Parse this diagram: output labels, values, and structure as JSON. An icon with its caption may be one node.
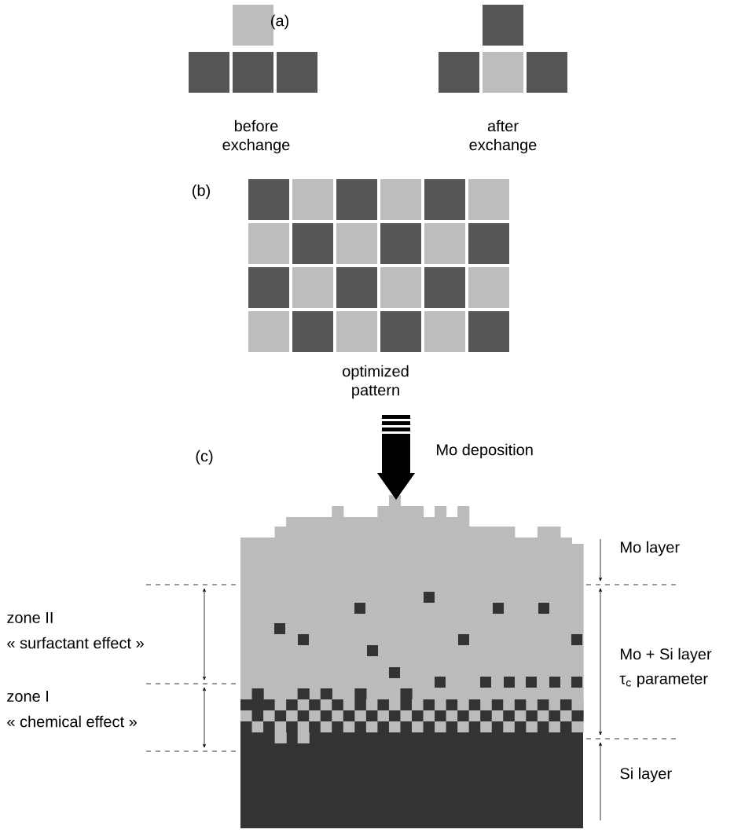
{
  "diagram": {
    "labels": [
      "(a)",
      "before exchange",
      "after exchange",
      "(b)",
      "optimized pattern",
      "(c)",
      "Mo deposition",
      "zone II",
      "« surfactant effect »",
      "zone I",
      "« chemical effect »",
      "Mo layer",
      "Mo + Si layer",
      "τ$_{c}$ parameter",
      "Si layer"
    ]
  }
}
